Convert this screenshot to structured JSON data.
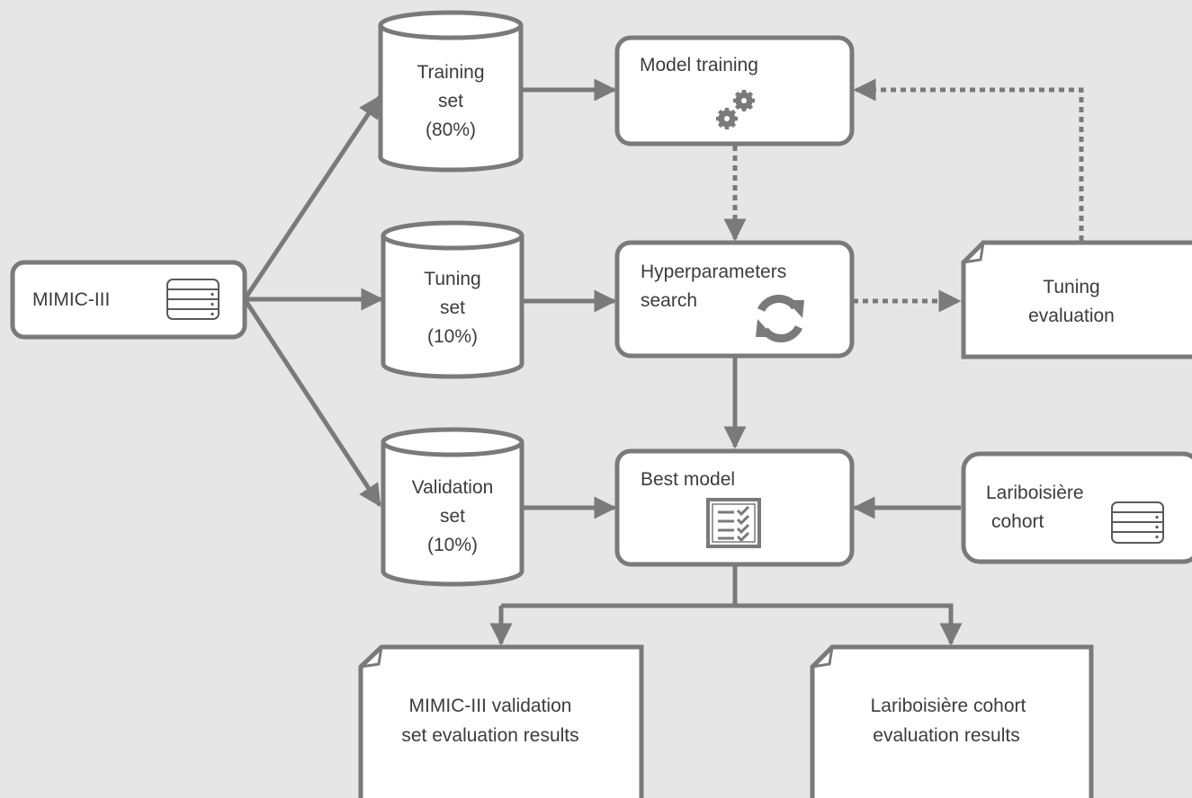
{
  "diagram": {
    "source": {
      "label": "MIMIC-III",
      "icon": "database-icon"
    },
    "splits": {
      "training": {
        "line1": "Training",
        "line2": "set",
        "line3": "(80%)"
      },
      "tuning": {
        "line1": "Tuning",
        "line2": "set",
        "line3": "(10%)"
      },
      "validation": {
        "line1": "Validation",
        "line2": "set",
        "line3": "(10%)"
      }
    },
    "model_training": {
      "label": "Model training",
      "icon": "gears-icon"
    },
    "hyperparameters_search": {
      "line1": "Hyperparameters",
      "line2": "search",
      "icon": "refresh-icon"
    },
    "tuning_evaluation": {
      "line1": "Tuning",
      "line2": "evaluation"
    },
    "best_model": {
      "label": "Best model",
      "icon": "checklist-icon"
    },
    "lariboisiere_cohort": {
      "line1": "Lariboisière",
      "line2": "cohort",
      "icon": "database-icon"
    },
    "mimic_results": {
      "line1": "MIMIC-III validation",
      "line2": "set evaluation results"
    },
    "lariboisiere_results": {
      "line1": "Lariboisière cohort",
      "line2": "evaluation results"
    },
    "colors": {
      "stroke": "#7a7a7a",
      "fill": "#ffffff",
      "background": "#e6e6e6",
      "text": "#3c3c3c"
    }
  }
}
